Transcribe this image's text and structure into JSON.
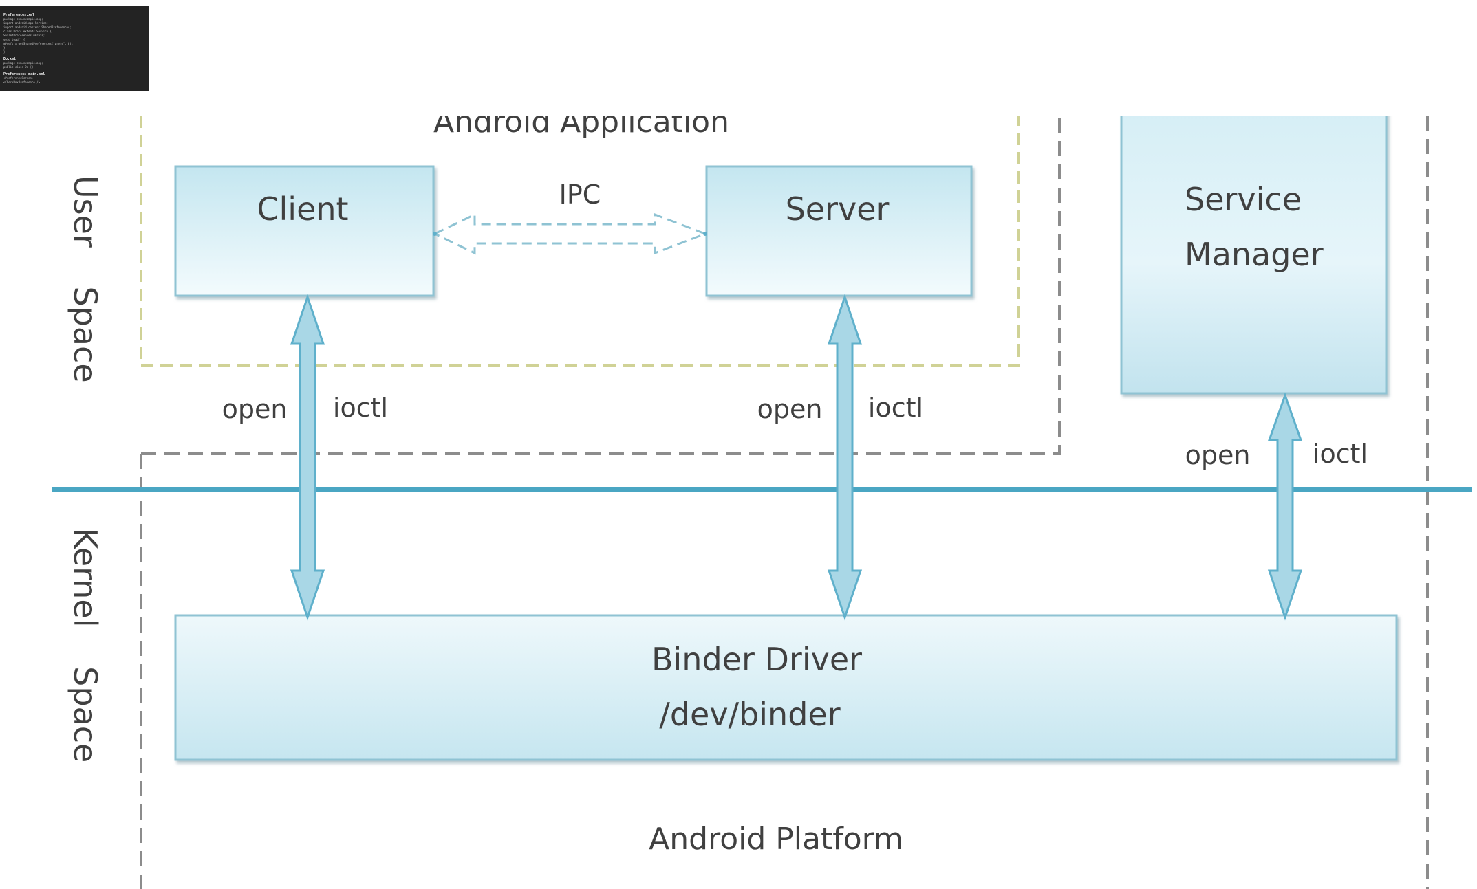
{
  "thumbnail": {
    "lines": [
      {
        "text": "Preferences.xml",
        "head": true
      },
      {
        "text": "package com.example.app;",
        "head": false
      },
      {
        "text": "import android.app.Service;",
        "head": false
      },
      {
        "text": "import android.content.SharedPreferences;",
        "head": false
      },
      {
        "text": "class Prefs extends Service {",
        "head": false
      },
      {
        "text": "  SharedPreferences mPrefs;",
        "head": false
      },
      {
        "text": "  void load() {",
        "head": false
      },
      {
        "text": "    mPrefs = getSharedPreferences(\"prefs\", 0);",
        "head": false
      },
      {
        "text": "  }",
        "head": false
      },
      {
        "text": "}",
        "head": false
      },
      {
        "text": "Do.xml",
        "head": true
      },
      {
        "text": "package com.example.app;",
        "head": false
      },
      {
        "text": "public class Do {}",
        "head": false
      },
      {
        "text": "Preferences_main.xml",
        "head": true
      },
      {
        "text": "<PreferenceScreen>",
        "head": false
      },
      {
        "text": "  <CheckBoxPreference />",
        "head": false
      }
    ]
  },
  "labels": {
    "android_application": "Android Application",
    "client": "Client",
    "server": "Server",
    "service_manager_line1": "Service",
    "service_manager_line2": "Manager",
    "ipc": "IPC",
    "open": "open",
    "ioctl": "ioctl",
    "binder_driver_line1": "Binder Driver",
    "binder_driver_line2": "/dev/binder",
    "android_platform": "Android Platform",
    "user_space": "User Space",
    "kernel_space": "Kernel Space"
  },
  "colors": {
    "box_fill_top": "#c4e6f0",
    "box_fill_bottom": "#f3fbfd",
    "box_stroke": "#8fc3d3",
    "divider": "#4aa6c3",
    "arrow_fill": "#a9d7e6",
    "arrow_stroke": "#5fb0cb",
    "dashed_gray": "#8c8c8c",
    "dashed_yellow": "#d0d296",
    "text": "#404040"
  }
}
